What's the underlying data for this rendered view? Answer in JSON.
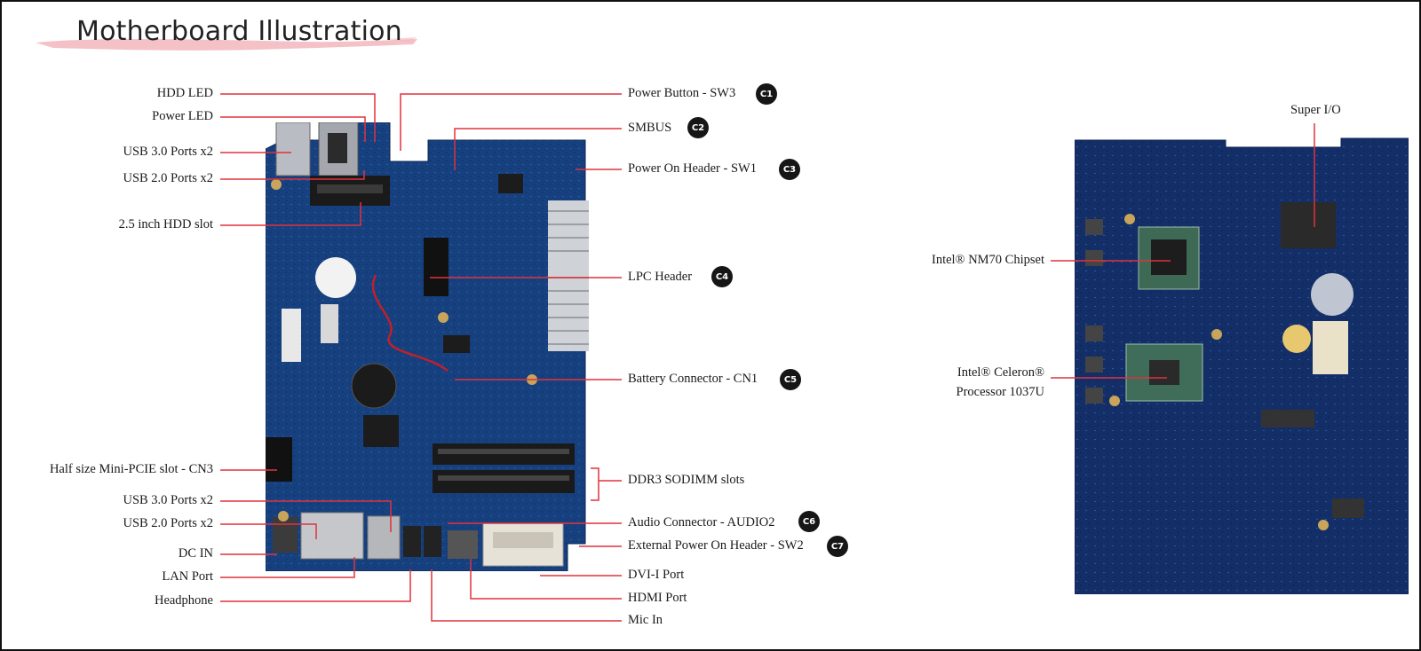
{
  "page": {
    "title": "Motherboard Illustration",
    "accent_color": "#e0323d",
    "brush_color": "#f2b6bd",
    "board_color": "#163a7a"
  },
  "labels": {
    "hdd_led": "HDD LED",
    "power_led": "Power LED",
    "usb30_top": "USB 3.0 Ports x2",
    "usb20_top": "USB 2.0 Ports x2",
    "hdd_slot": "2.5 inch HDD slot",
    "mini_pcie": "Half size Mini-PCIE slot - CN3",
    "usb30_bottom": "USB 3.0 Ports x2",
    "usb20_bottom": "USB 2.0 Ports x2",
    "dc_in": "DC IN",
    "lan_port": "LAN Port",
    "headphone": "Headphone",
    "power_button": "Power Button - SW3",
    "smbus": "SMBUS",
    "power_on_header": "Power On Header - SW1",
    "lpc_header": "LPC Header",
    "battery_connector": "Battery Connector - CN1",
    "ddr3_slots": "DDR3 SODIMM slots",
    "audio_connector": "Audio Connector - AUDIO2",
    "ext_power_header": "External Power On Header - SW2",
    "dvi_port": "DVI-I Port",
    "hdmi_port": "HDMI Port",
    "mic_in": "Mic In",
    "super_io": "Super I/O",
    "chipset": "Intel® NM70 Chipset",
    "processor_line1": "Intel® Celeron®",
    "processor_line2": "Processor 1037U"
  },
  "badges": {
    "c1": "C1",
    "c2": "C2",
    "c3": "C3",
    "c4": "C4",
    "c5": "C5",
    "c6": "C6",
    "c7": "C7"
  }
}
